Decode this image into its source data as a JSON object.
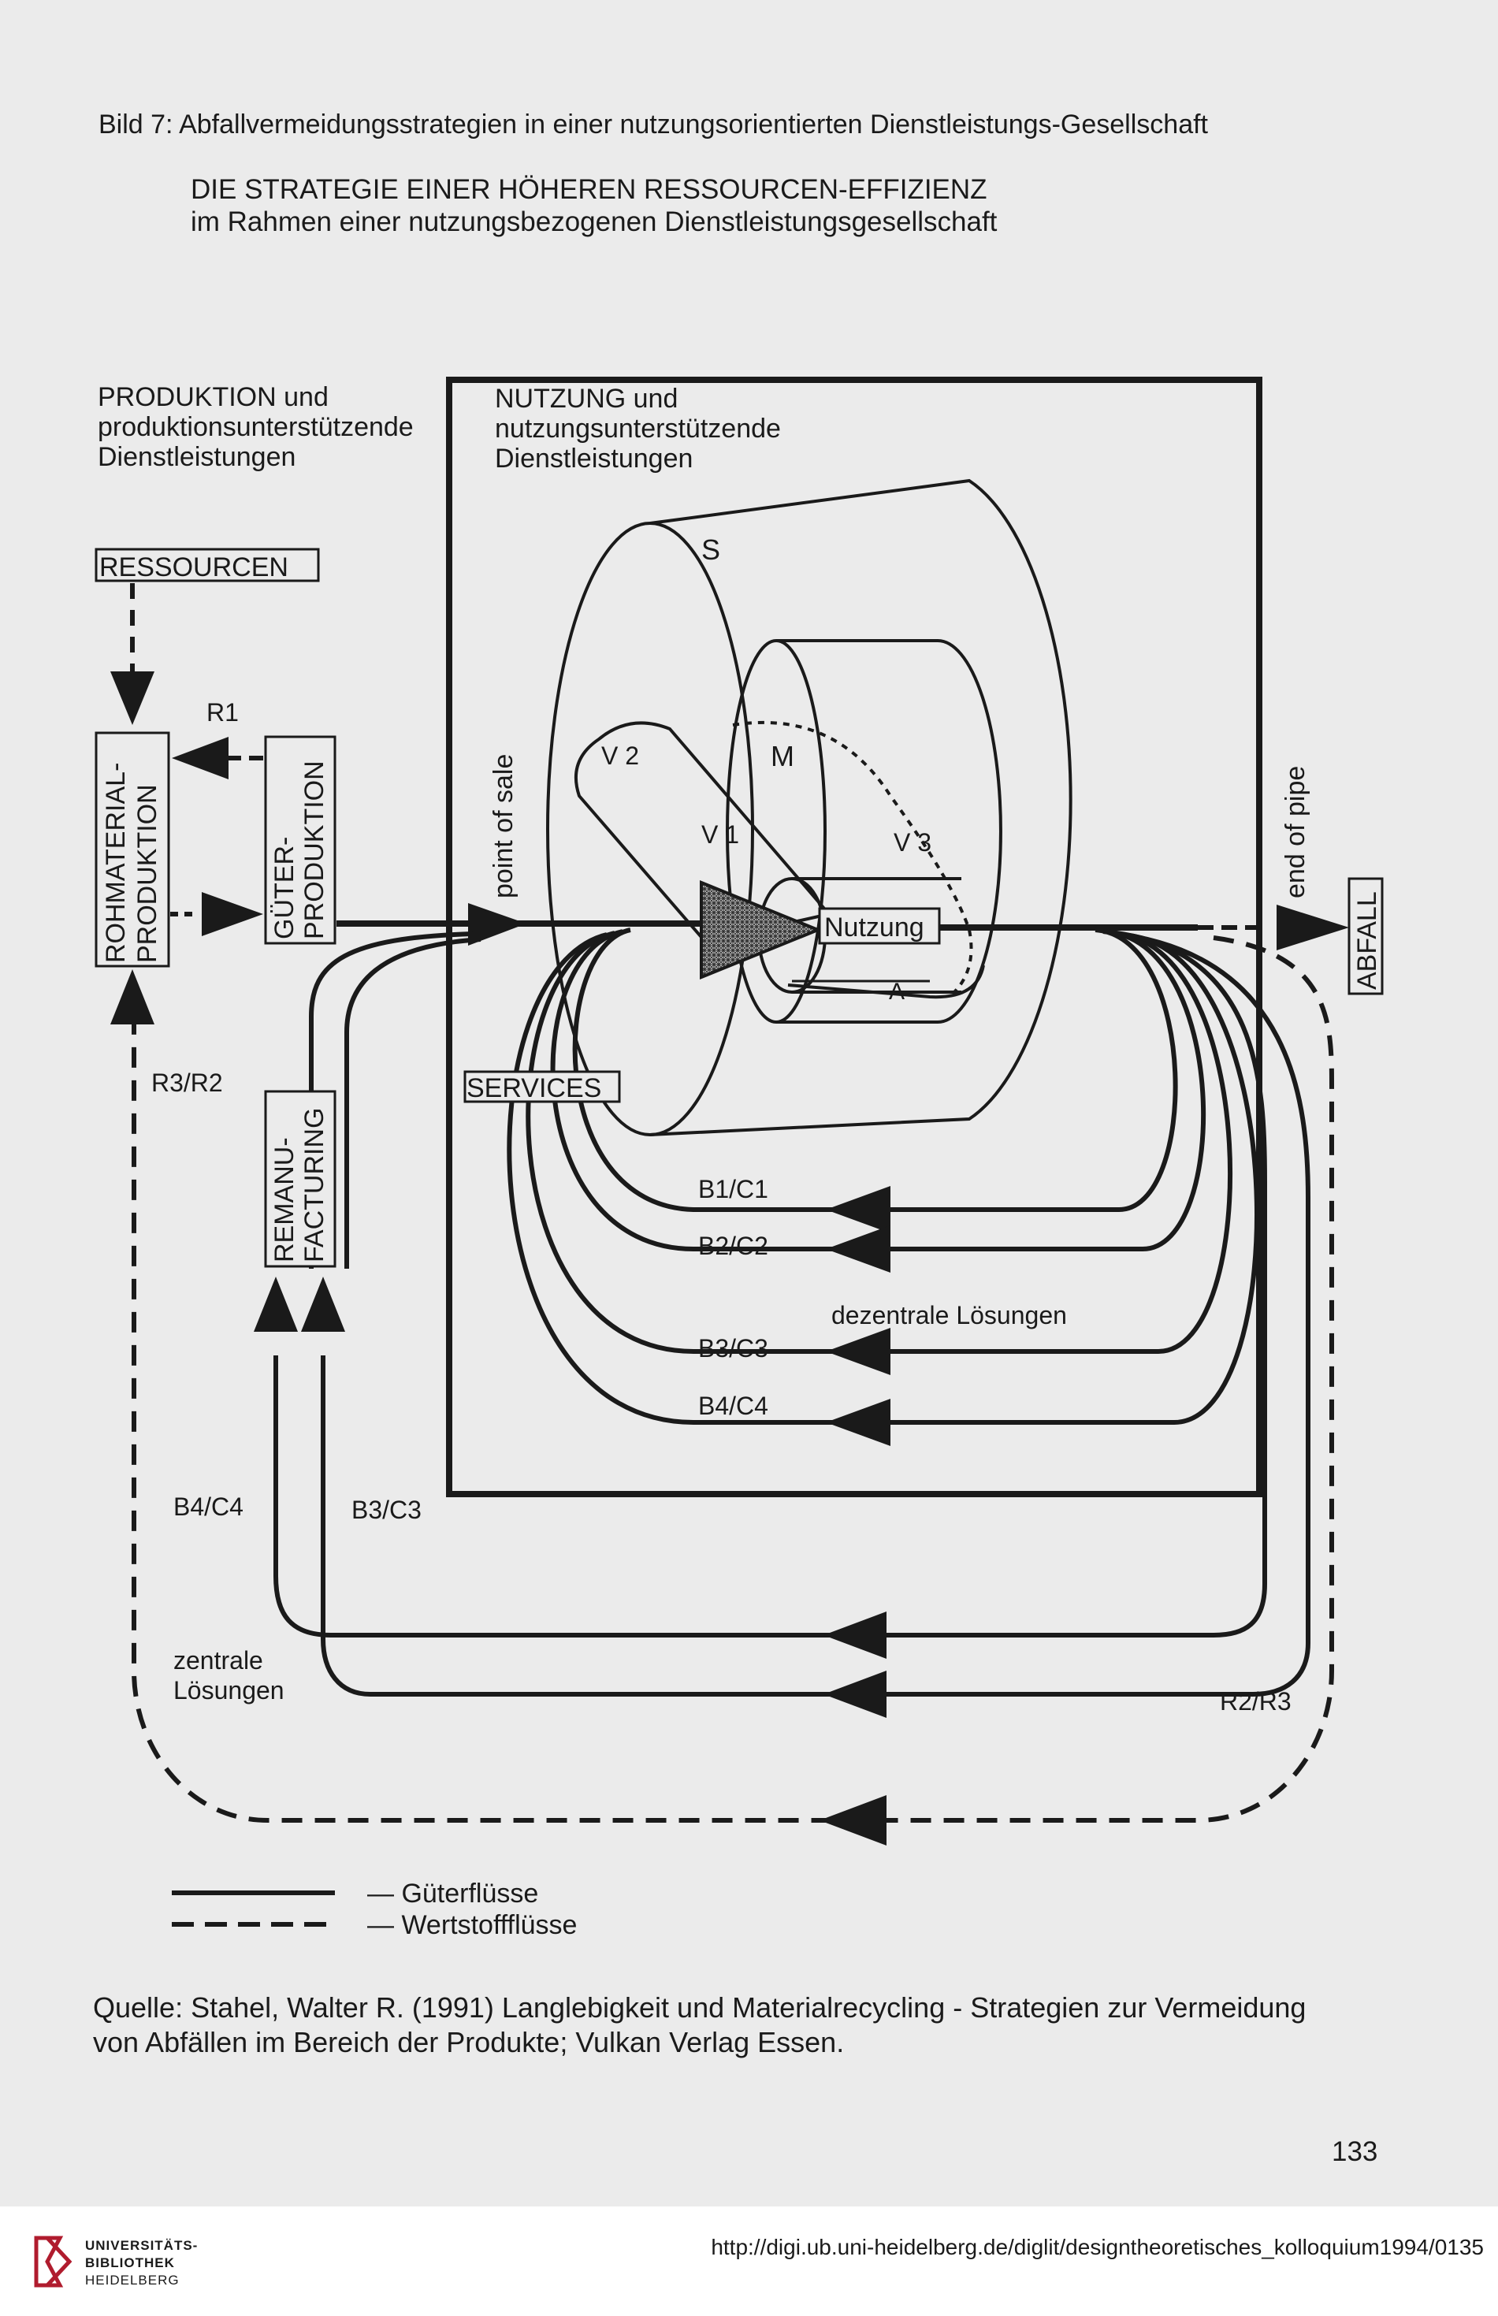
{
  "figure_caption": "Bild 7: Abfallvermeidungsstrategien in einer nutzungsorientierten Dienstleistungs-Gesellschaft",
  "strategy_title": "DIE STRATEGIE EINER HÖHEREN RESSOURCEN-EFFIZIENZ",
  "strategy_subtitle": "im Rahmen einer nutzungsbezogenen Dienstleistungsgesellschaft",
  "diagram": {
    "production_heading": [
      "PRODUKTION und",
      "produktionsunterstützende",
      "Dienstleistungen"
    ],
    "usage_heading": [
      "NUTZUNG und",
      "nutzungsunterstützende",
      "Dienstleistungen"
    ],
    "ressourcen": "RESSOURCEN",
    "rohmaterial": [
      "ROHMATERIAL-",
      "PRODUKTION"
    ],
    "gueter": [
      "GÜTER-",
      "PRODUKTION"
    ],
    "remanufacturing": [
      "REMANU-",
      "FACTURING"
    ],
    "abfall": "ABFALL",
    "services": "SERVICES",
    "nutzung": "Nutzung",
    "point_of_sale": "point of sale",
    "end_of_pipe": "end of pipe",
    "r1": "R1",
    "r3r2": "R3/R2",
    "r2r3": "R2/R3",
    "s": "S",
    "m": "M",
    "v1": "V 1",
    "v2": "V 2",
    "v3": "V 3",
    "a": "A",
    "b1c1": "B1/C1",
    "b2c2": "B2/C2",
    "b3c3_inner": "B3/C3",
    "b4c4_inner": "B4/C4",
    "dezentrale": "dezentrale Lösungen",
    "b4c4_outer": "B4/C4",
    "b3c3_outer": "B3/C3",
    "zentrale": [
      "zentrale",
      "Lösungen"
    ],
    "legend": {
      "goods": "—  Güterflüsse",
      "materials": "—  Wertstoffflüsse"
    }
  },
  "source_line1": "Quelle: Stahel, Walter R. (1991) Langlebigkeit und Materialrecycling - Strategien zur Vermeidung",
  "source_line2": "von Abfällen im Bereich der Produkte; Vulkan Verlag Essen.",
  "page_number": "133",
  "footer": {
    "url": "http://digi.ub.uni-heidelberg.de/diglit/designtheoretisches_kolloquium1994/0135",
    "logo": [
      "UNIVERSITÄTS-",
      "BIBLIOTHEK",
      "HEIDELBERG"
    ]
  },
  "colors": {
    "ink": "#1a1a1a",
    "paper": "#ebebeb",
    "footer_bg": "#ffffff"
  }
}
